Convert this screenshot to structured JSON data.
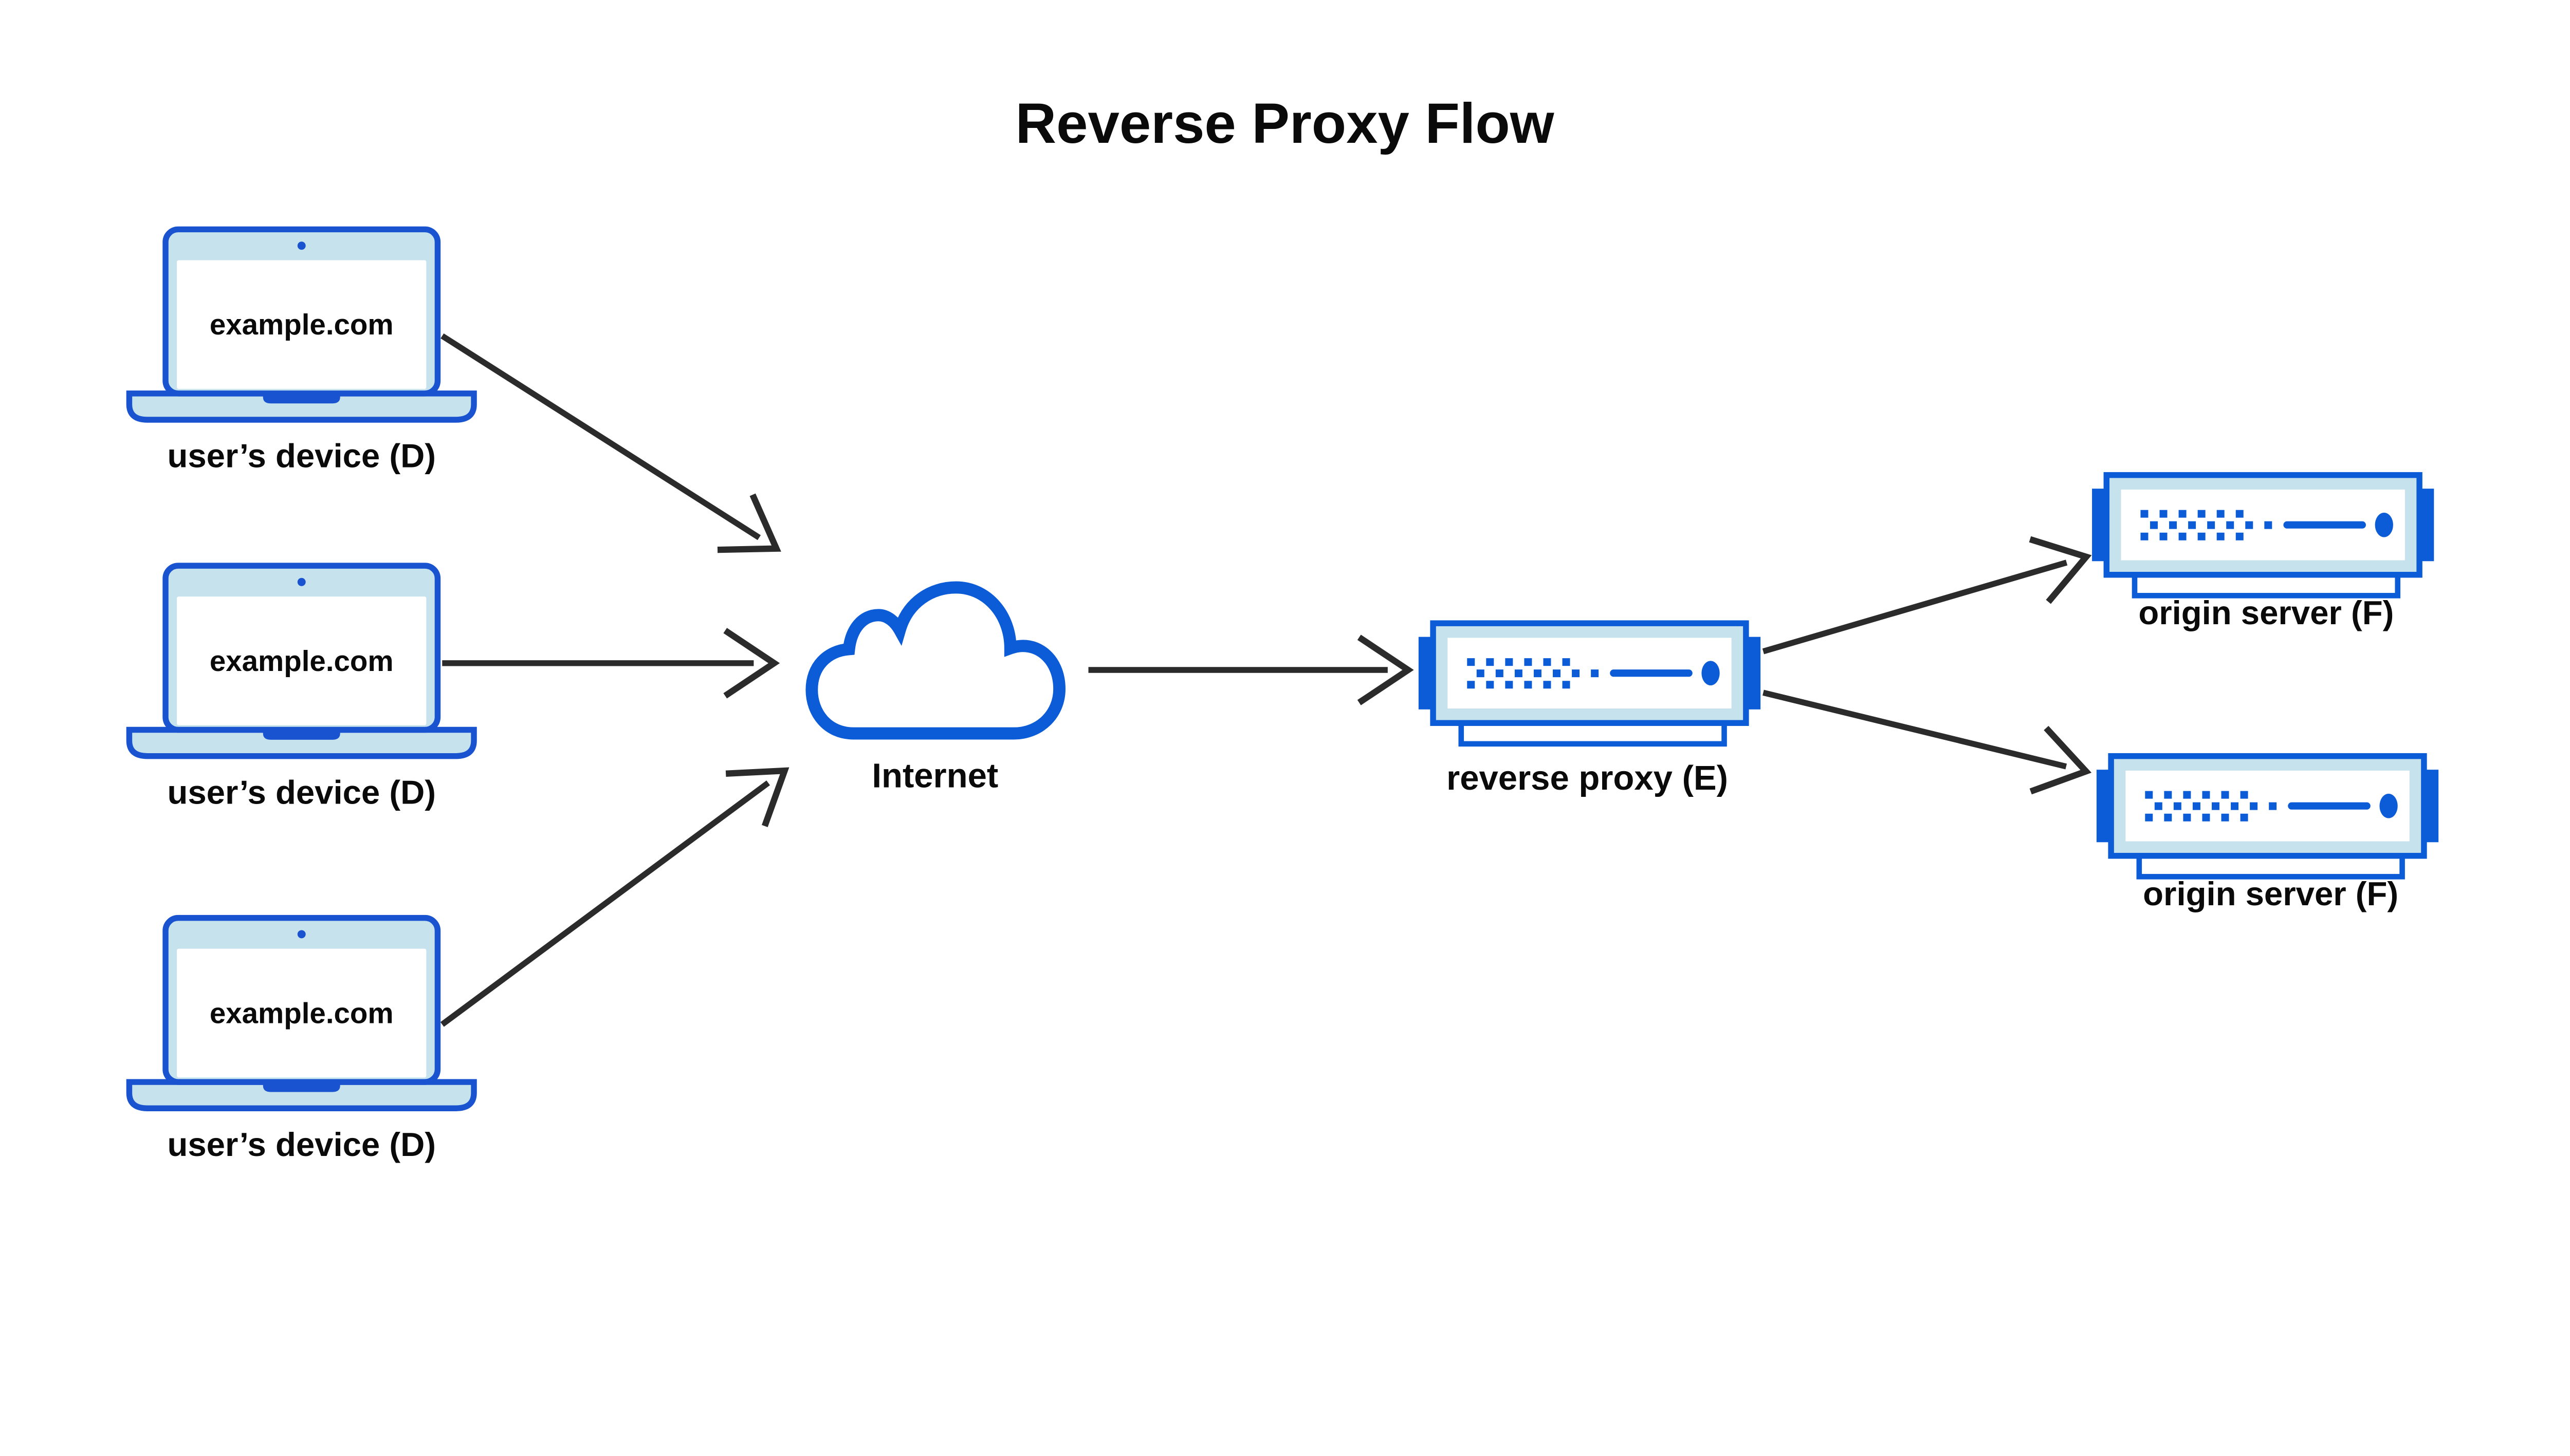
{
  "title": "Reverse Proxy Flow",
  "nodes": {
    "devices": [
      {
        "id": "device-1",
        "icon": "laptop-icon",
        "screen_text": "example.com",
        "label": "user’s device (D)"
      },
      {
        "id": "device-2",
        "icon": "laptop-icon",
        "screen_text": "example.com",
        "label": "user’s device (D)"
      },
      {
        "id": "device-3",
        "icon": "laptop-icon",
        "screen_text": "example.com",
        "label": "user’s device (D)"
      }
    ],
    "internet": {
      "id": "internet",
      "icon": "cloud-icon",
      "label": "Internet"
    },
    "proxy": {
      "id": "reverse-proxy",
      "icon": "server-icon",
      "label": "reverse proxy (E)"
    },
    "origins": [
      {
        "id": "origin-server-1",
        "icon": "server-icon",
        "label": "origin server (F)"
      },
      {
        "id": "origin-server-2",
        "icon": "server-icon",
        "label": "origin server (F)"
      }
    ]
  },
  "edges": [
    {
      "from": "device-1",
      "to": "internet"
    },
    {
      "from": "device-2",
      "to": "internet"
    },
    {
      "from": "device-3",
      "to": "internet"
    },
    {
      "from": "internet",
      "to": "reverse-proxy"
    },
    {
      "from": "reverse-proxy",
      "to": "origin-server-1"
    },
    {
      "from": "reverse-proxy",
      "to": "origin-server-2"
    }
  ],
  "colors": {
    "accent": "#0d5cd7",
    "laptop-stroke": "#1a53cf",
    "bezel": "#c6e2ed",
    "arrow": "#2b2b2b",
    "text": "#0a0a0a",
    "background": "#ffffff"
  }
}
